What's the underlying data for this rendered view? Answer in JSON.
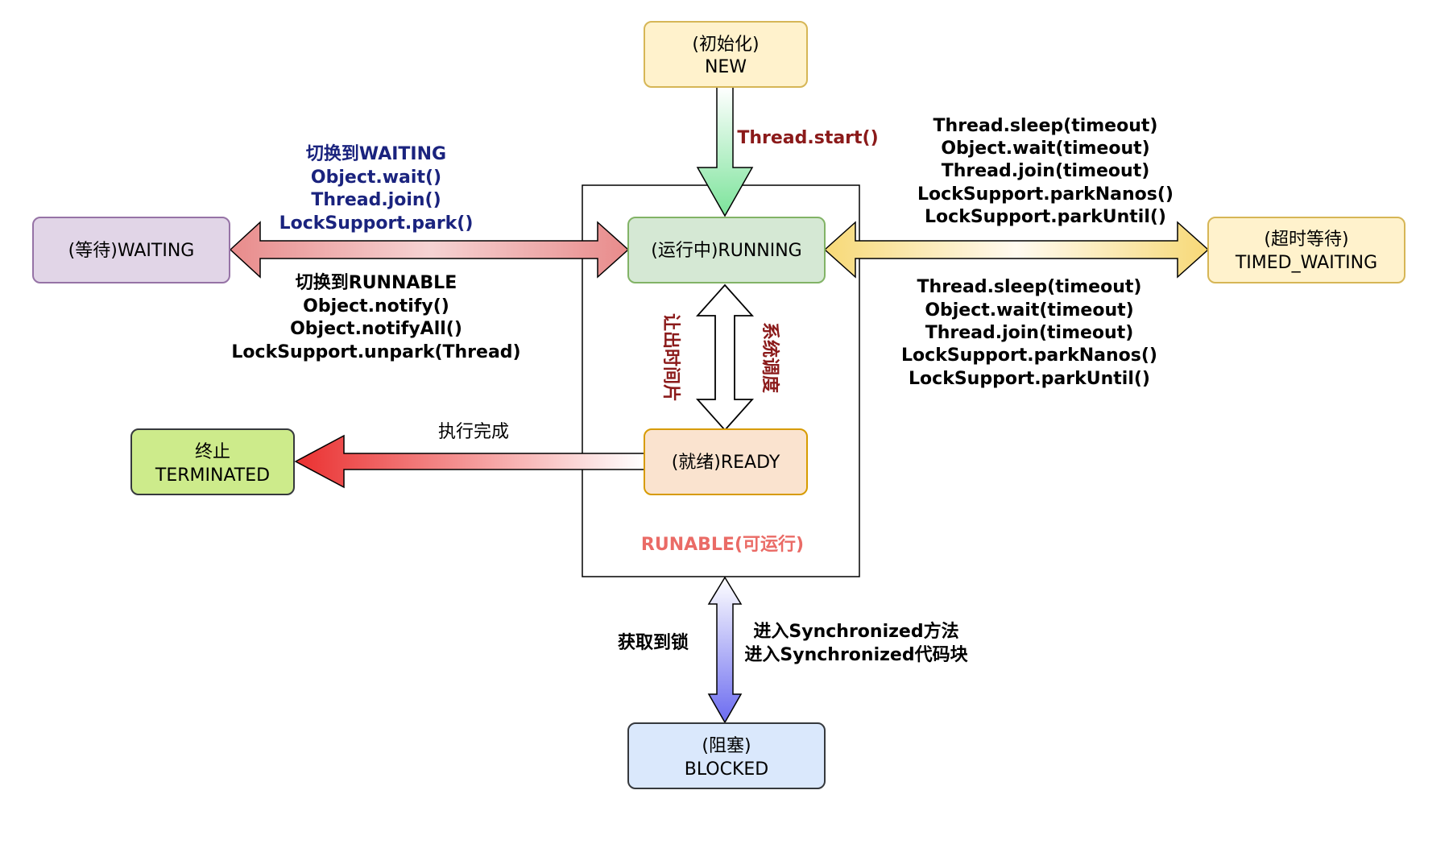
{
  "states": {
    "new": {
      "line1": "(初始化)",
      "line2": "NEW"
    },
    "running": {
      "line1": "(运行中)RUNNING"
    },
    "ready": {
      "line1": "(就绪)READY"
    },
    "waiting": {
      "line1": "(等待)WAITING"
    },
    "timed_waiting": {
      "line1": "(超时等待)",
      "line2": "TIMED_WAITING"
    },
    "terminated": {
      "line1": "终止",
      "line2": "TERMINATED"
    },
    "blocked": {
      "line1": "(阻塞)",
      "line2": "BLOCKED"
    },
    "runnable_group": {
      "label": "RUNABLE(可运行)"
    }
  },
  "transitions": {
    "start": {
      "label": "Thread.start()"
    },
    "to_waiting": {
      "lines": [
        "切换到WAITING",
        "Object.wait()",
        "Thread.join()",
        "LockSupport.park()"
      ]
    },
    "to_runnable": {
      "lines": [
        "切换到RUNNABLE",
        "Object.notify()",
        "Object.notifyAll()",
        "LockSupport.unpark(Thread)"
      ]
    },
    "to_timed_waiting": {
      "lines": [
        "Thread.sleep(timeout)",
        "Object.wait(timeout)",
        "Thread.join(timeout)",
        "LockSupport.parkNanos()",
        "LockSupport.parkUntil()"
      ]
    },
    "from_timed_waiting": {
      "lines": [
        "Thread.sleep(timeout)",
        "Object.wait(timeout)",
        "Thread.join(timeout)",
        "LockSupport.parkNanos()",
        "LockSupport.parkUntil()"
      ]
    },
    "yield": {
      "label": "让出时间片"
    },
    "schedule": {
      "label": "系统调度"
    },
    "complete": {
      "label": "执行完成"
    },
    "acquire_lock": {
      "label": "获取到锁"
    },
    "enter_sync": {
      "lines": [
        "进入Synchronized方法",
        "进入Synchronized代码块"
      ]
    }
  },
  "colors": {
    "new_fill": "#fff2cc",
    "new_stroke": "#d6b656",
    "running_fill": "#d5e8d4",
    "running_stroke": "#82b366",
    "ready_fill": "#fae3cf",
    "ready_stroke": "#d79b00",
    "waiting_fill": "#e1d5e7",
    "waiting_stroke": "#9673a6",
    "timed_fill": "#fff2cc",
    "timed_stroke": "#d6b656",
    "terminated_fill": "#cdeb8b",
    "terminated_stroke": "#36393d",
    "blocked_fill": "#dae8fc",
    "blocked_stroke": "#36393d",
    "label_navy": "#1a237e",
    "label_darkred": "#8b1a1a",
    "label_salmon": "#ea6b66"
  }
}
